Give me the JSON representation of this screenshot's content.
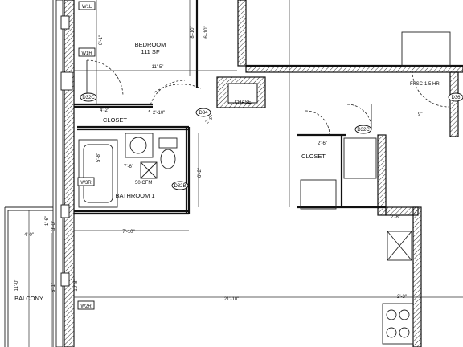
{
  "rooms": {
    "bedroom_name": "BEDROOM",
    "bedroom_area": "111 SF",
    "closet_left": "CLOSET",
    "closet_right": "CLOSET",
    "bathroom": "BATHROOM 1",
    "balcony": "BALCONY",
    "chase": "CHASE"
  },
  "tags": {
    "w1l": "W1L",
    "w1r": "W1R",
    "w2r": "W2R",
    "w3r": "W3R",
    "d32c_a": "D32C",
    "d32c_b": "D32C",
    "d32b": "D32B",
    "d34": "D34",
    "d36": "D36"
  },
  "notes": {
    "fan": "50 CFM",
    "fire": "FPSC-1.5 HR"
  },
  "dims": {
    "d_11_5": "11'-5\"",
    "d_4_2": "4'-2\"",
    "d_2_10": "2'-10\"",
    "d_7_6": "7'-6\"",
    "d_7_10": "7'-10\"",
    "d_4_0": "4'-0\"",
    "d_21_10": "21'-10\"",
    "d_8_10": "8'-10\"",
    "d_6_10": "6'-10\"",
    "d_8_1": "8'-1\"",
    "d_6_2": "6'-2\"",
    "d_5_8": "5'-8\"",
    "d_2_6": "2'-6\"",
    "d_2_8": "2'-8\"",
    "d_2_9": "2'-9\"",
    "d_11_0": "11'-0\"",
    "d_10_8": "10'-8\"",
    "d_6_1": "6'-1\"",
    "d_3_0": "3'-0\"",
    "d_2_3": "2'-3\"",
    "d_9": "9\"",
    "d_1_6": "1'-6\""
  }
}
